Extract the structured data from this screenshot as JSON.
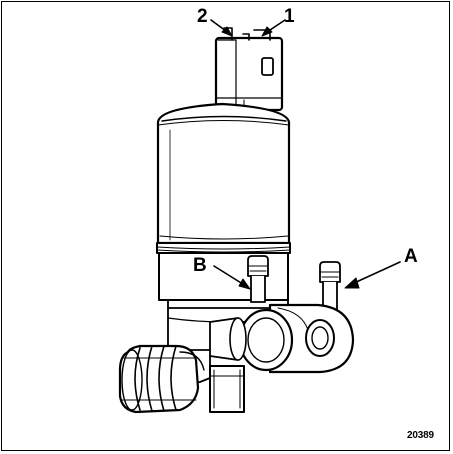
{
  "diagram": {
    "callouts": {
      "connector_pin_2": "2",
      "connector_pin_1": "1",
      "outlet_a": "A",
      "outlet_b": "B"
    },
    "reference_number": "20389"
  },
  "colors": {
    "ink": "#000000",
    "background": "#ffffff"
  }
}
